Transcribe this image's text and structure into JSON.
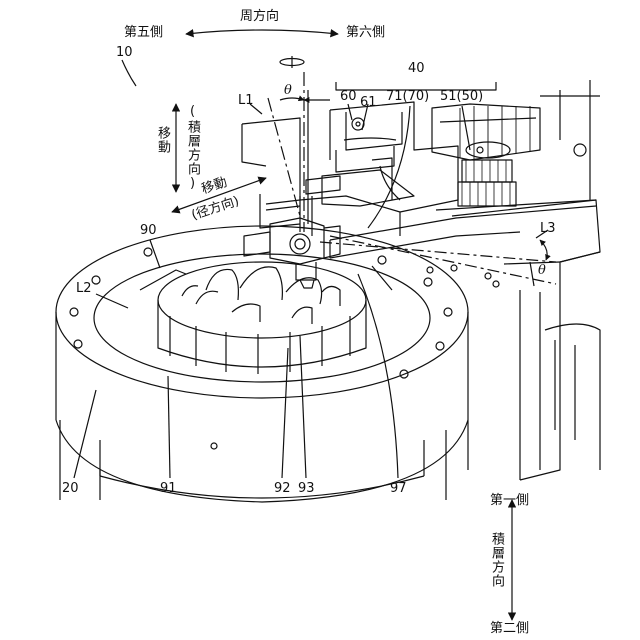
{
  "palette": {
    "ink": "#111111",
    "paper": "#ffffff",
    "hatch": "#333333"
  },
  "labels": {
    "circumferential": "周方向",
    "fifth_side": "第五側",
    "sixth_side": "第六側",
    "ref_10": "10",
    "ref_40": "40",
    "l1": "L1",
    "theta_top": "θ",
    "ref_60": "60",
    "ref_61": "61",
    "ref_71": "71(70)",
    "ref_51": "51(50)",
    "move_stack": "移動",
    "move_stack_dir": "(積層方向)",
    "move_radial": "移動",
    "move_radial_dir": "(径方向)",
    "ref_90": "90",
    "l3": "L3",
    "theta_right": "θ",
    "l2": "L2",
    "ref_20": "20",
    "ref_91": "91",
    "ref_92": "92",
    "ref_93": "93",
    "ref_97": "97",
    "first_side": "第一側",
    "stack_dir": "積層方向",
    "second_side": "第二側"
  }
}
